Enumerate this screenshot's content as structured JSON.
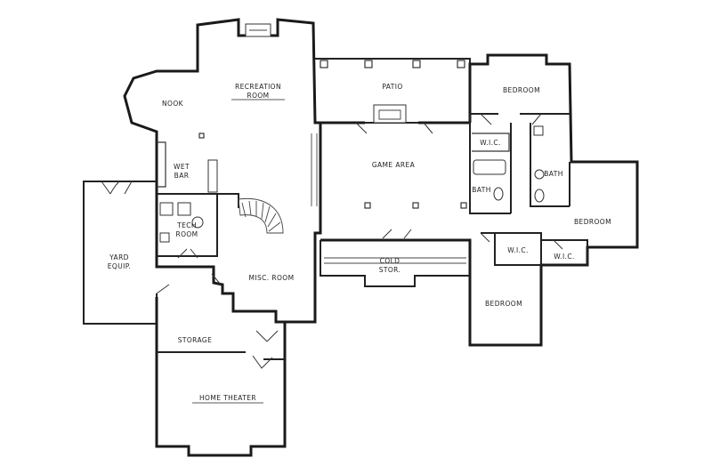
{
  "plan": {
    "rooms": {
      "recreation_room": [
        "RECREATION",
        "ROOM"
      ],
      "nook": "NOOK",
      "patio": "PATIO",
      "bedroom_top": "BEDROOM",
      "wic_top": "W.I.C.",
      "bath_left": "BATH",
      "bath_right": "BATH",
      "game_area": "GAME AREA",
      "wet_bar": [
        "WET",
        "BAR"
      ],
      "tech_room": [
        "TECH",
        "ROOM"
      ],
      "yard_equip": [
        "YARD",
        "EQUIP."
      ],
      "misc_room": "MISC. ROOM",
      "cold_stor": [
        "COLD",
        "STOR."
      ],
      "bedroom_right": "BEDROOM",
      "wic_mid": "W.I.C.",
      "wic_right": "W.I.C.",
      "bedroom_bottom": "BEDROOM",
      "storage": "STORAGE",
      "home_theater": "HOME THEATER"
    }
  }
}
